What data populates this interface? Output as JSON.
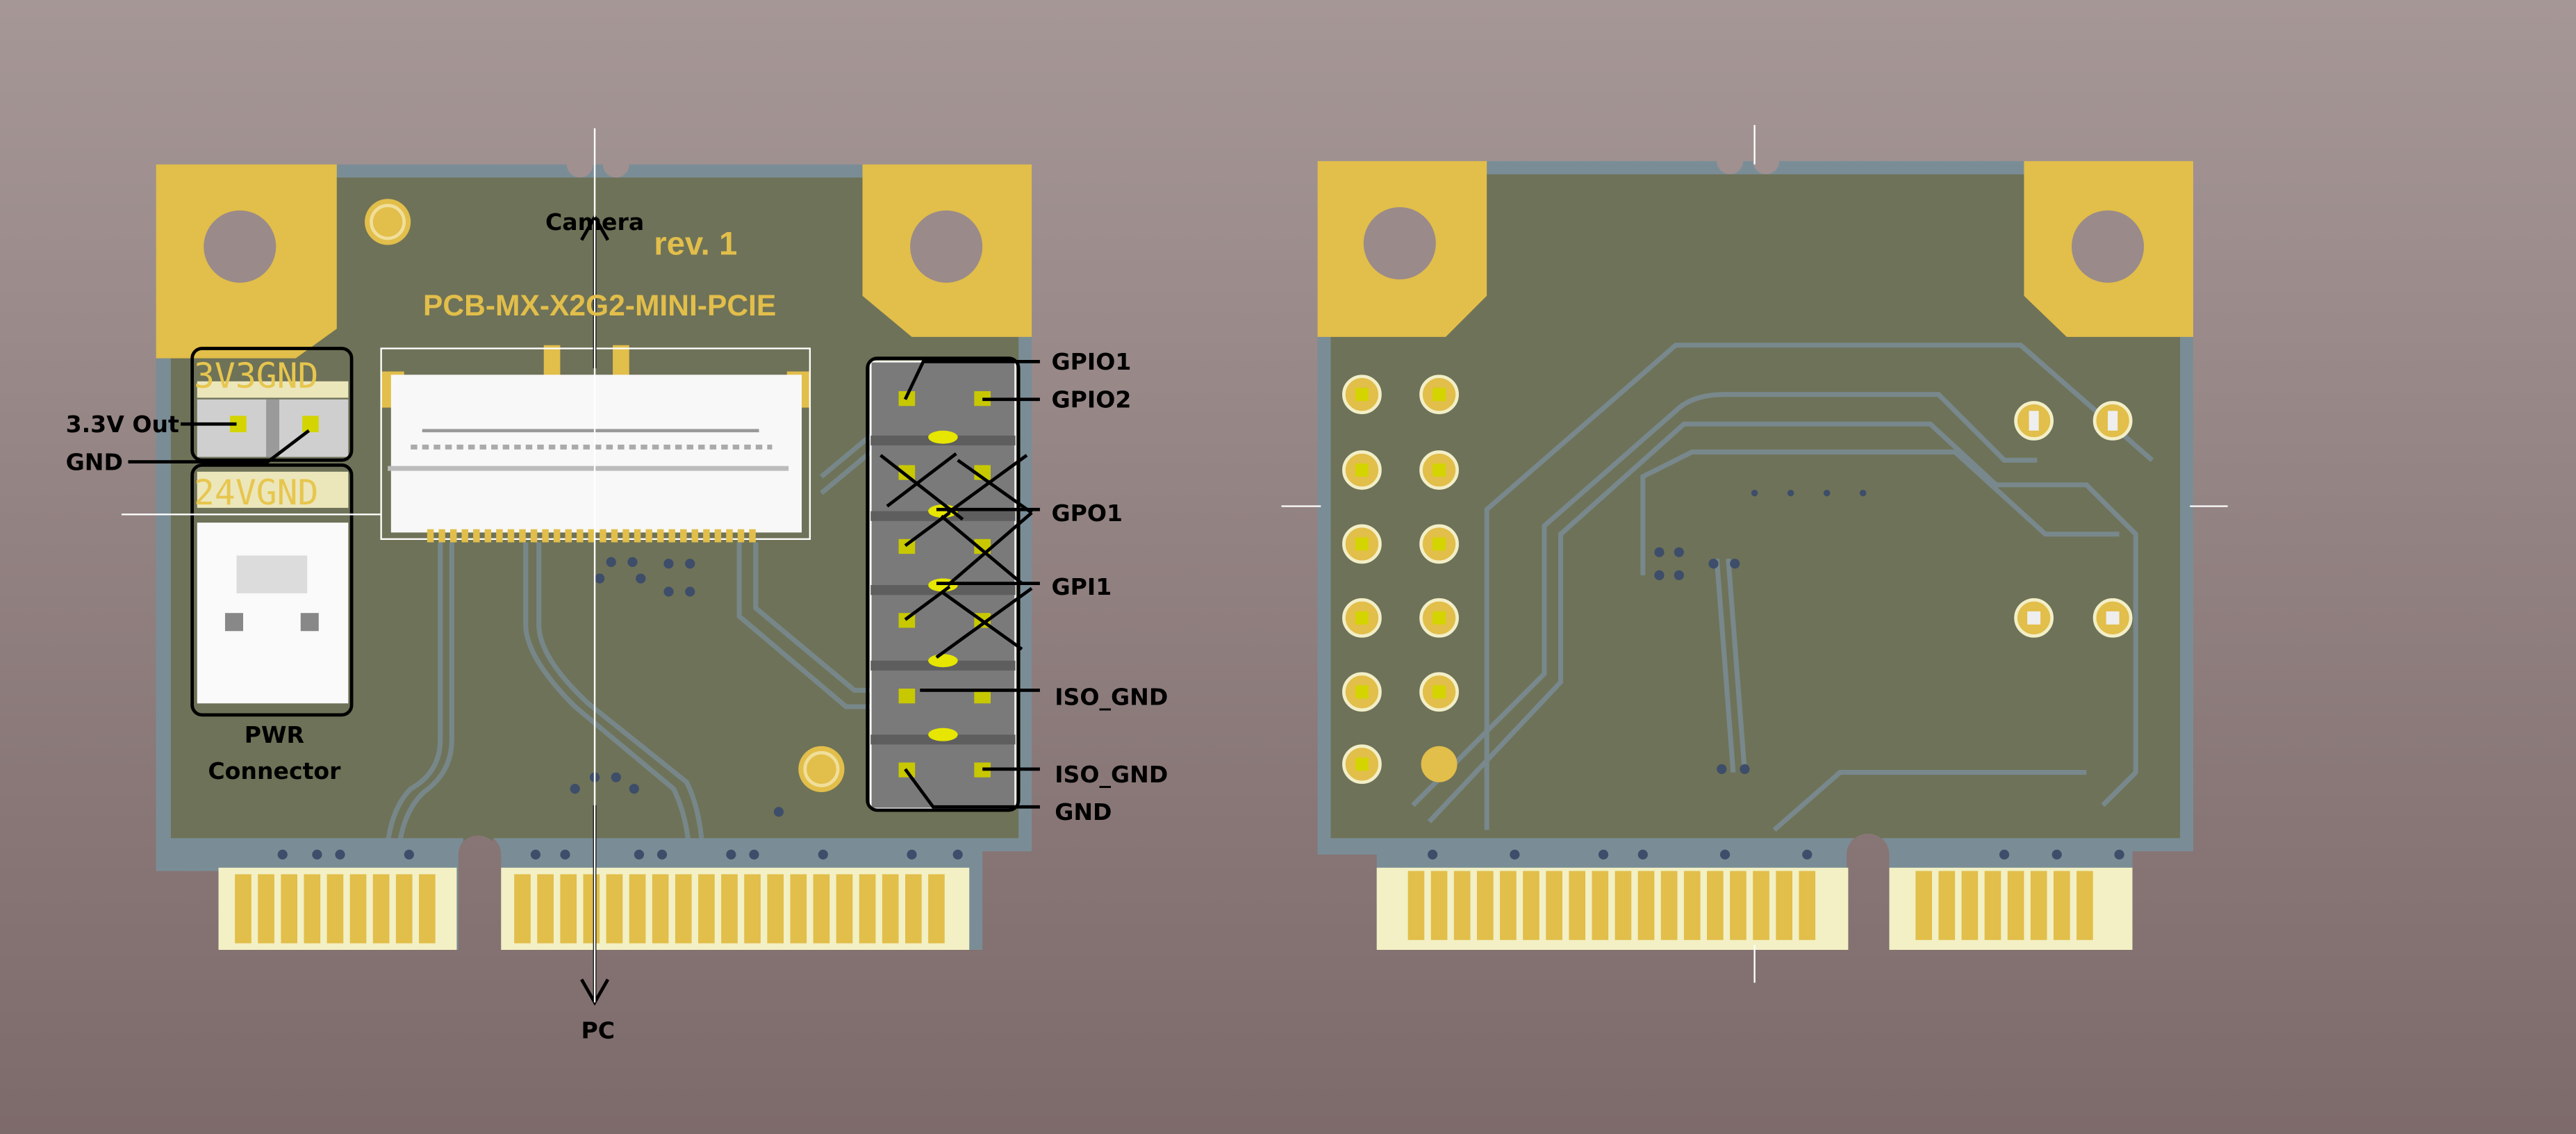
{
  "front": {
    "title": "PCB-MX-X2G2-MINI-PCIE",
    "revision": "rev.  1",
    "camera_label": "Camera",
    "pc_label": "PC",
    "silk_3v3gnd": "3V3GND",
    "silk_24vgnd": "24VGND",
    "out_3v3_label": "3.3V Out",
    "gnd_label": "GND",
    "pwr_label_line1": "PWR",
    "pwr_label_line2": "Connector",
    "header_labels": [
      "GPIO1",
      "GPIO2",
      "GPO1",
      "GPI1",
      "ISO_GND",
      "ISO_GND",
      "GND"
    ]
  },
  "colors": {
    "board": "#6e7258",
    "edge": "#7a8d96",
    "gold": "#e2be4a",
    "finger_bg": "#f2f0c4",
    "pin": "#e6e600"
  }
}
